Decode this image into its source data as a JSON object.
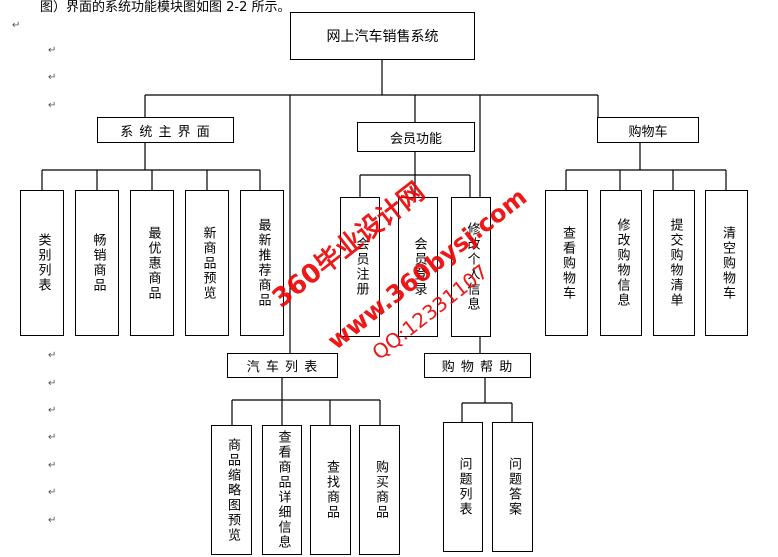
{
  "top_text": "图）界面的系统功能模块图如图 2-2 所示。",
  "root": "网上汽车销售系统",
  "branches": {
    "main_ui": "系 统 主 界 面",
    "member": "会员功能",
    "cart": "购物车",
    "car_list": "汽 车 列 表",
    "help": "购 物 帮 助"
  },
  "leaves": {
    "main_ui": [
      "类别列表",
      "畅销商品",
      "最优惠商品",
      "新商品预览",
      "最新推荐商品"
    ],
    "member": [
      "会员注册",
      "会员登录",
      "修改个人信息"
    ],
    "cart": [
      "查看购物车",
      "修改购物信息",
      "提交购物清单",
      "清空购物车"
    ],
    "car_list": [
      "商品缩略图预览",
      "查看商品详细信息",
      "查找商品",
      "购买商品"
    ],
    "help": [
      "问题列表",
      "问题答案"
    ]
  },
  "watermark": [
    "360毕业设计网",
    "www.360bysj.com",
    "QQ:12331107"
  ],
  "paragraph_mark": "↵"
}
